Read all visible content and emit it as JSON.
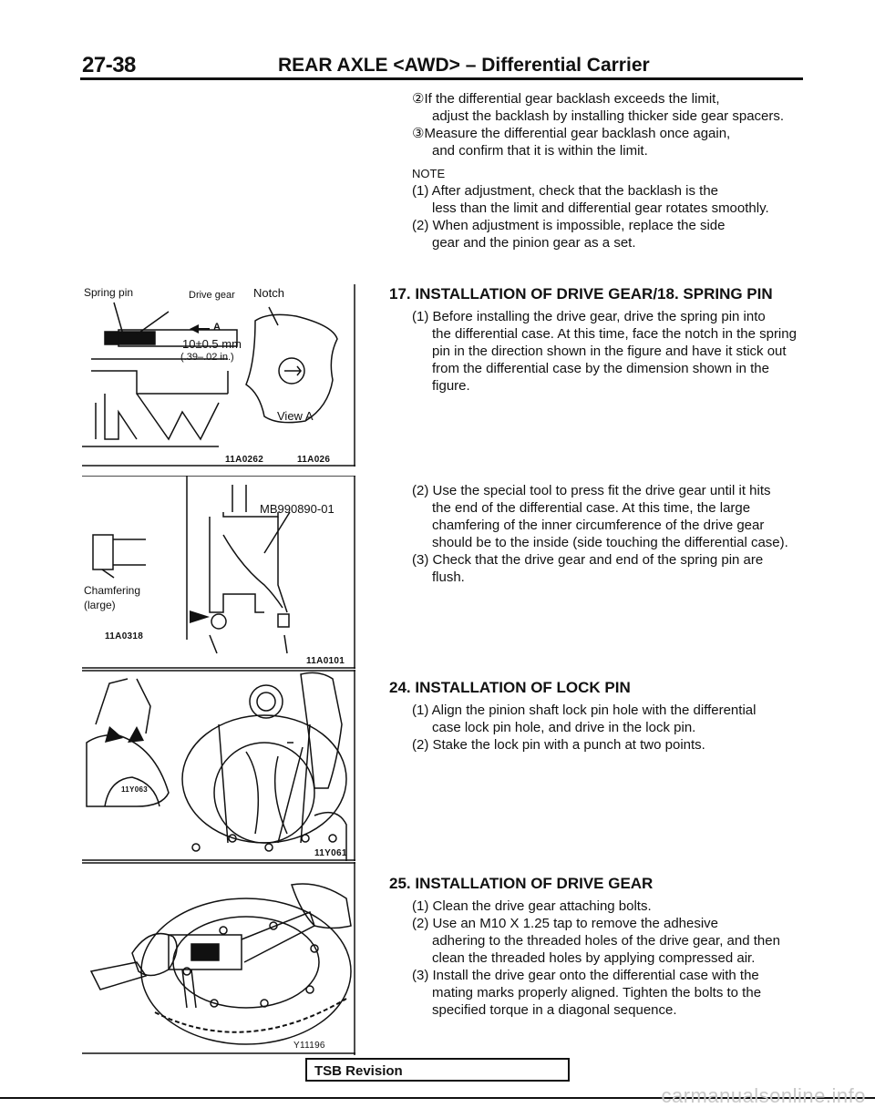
{
  "header": {
    "page_number": "27-38",
    "title": "REAR AXLE <AWD> – Differential Carrier"
  },
  "intro": {
    "step2": "②If the differential gear backlash exceeds the limit,",
    "step2_cont": "adjust the backlash by installing thicker side gear spacers.",
    "step3": "③Measure the differential gear backlash once again,",
    "step3_cont": "and confirm that it is within the limit.",
    "note_label": "NOTE",
    "note1": "(1) After adjustment, check that the backlash is the",
    "note1_cont": "less than the limit and differential gear rotates smoothly.",
    "note2": "(2) When adjustment is impossible, replace the side",
    "note2_cont": "gear and the pinion gear as a set."
  },
  "section17": {
    "heading": "17. INSTALLATION OF DRIVE GEAR/18. SPRING PIN",
    "step1": "(1) Before installing the drive gear, drive the spring pin into",
    "step1_cont": "the differential case. At this time, face the notch in the spring pin in the direction shown in the figure and have it stick out from the differential case by the dimension shown in the figure.",
    "step2": "(2) Use the special tool to press fit the drive gear until it hits",
    "step2_cont": "the end of the differential case. At this time, the large chamfering of the inner circumference of the drive gear should be to the inside (side touching the differential case).",
    "step3": "(3) Check that the drive gear and end of the spring pin are",
    "step3_cont": "flush."
  },
  "section24": {
    "heading": "24. INSTALLATION OF LOCK PIN",
    "step1": "(1) Align the pinion shaft lock pin hole with the differential",
    "step1_cont": "case lock pin hole, and drive in the lock pin.",
    "step2": "(2) Stake the lock pin with a punch at two points."
  },
  "section25": {
    "heading": "25. INSTALLATION OF DRIVE GEAR",
    "step1": "(1) Clean the drive gear attaching bolts.",
    "step2": "(2) Use an M10 X 1.25 tap to remove the adhesive",
    "step2_cont": "adhering to the threaded holes of the drive gear, and then clean the threaded holes by applying compressed air.",
    "step3": "(3) Install the drive gear onto the differential case with the",
    "step3_cont": "mating marks properly aligned. Tighten the bolts to the specified torque in a diagonal sequence."
  },
  "figures": {
    "fig1": {
      "spring_pin": "Spring pin",
      "drive_gear": "Drive gear",
      "notch": "Notch",
      "arrow_a": "A",
      "dim_mm": "10±0.5 mm",
      "dim_in": "(.39–.02 in.)",
      "view_a": "View A",
      "code1": "11A0262",
      "code2": "11A026"
    },
    "fig2": {
      "tool": "MB990890-01",
      "chamfering": "Chamfering",
      "large": "(large)",
      "code1": "11A0318",
      "code2": "11A0101"
    },
    "fig3": {
      "code_inset": "11Y063",
      "code": "11Y061"
    },
    "fig4": {
      "code": "Y11196"
    }
  },
  "footer": {
    "tsb": "TSB Revision",
    "watermark": "carmanualsonline.info"
  }
}
